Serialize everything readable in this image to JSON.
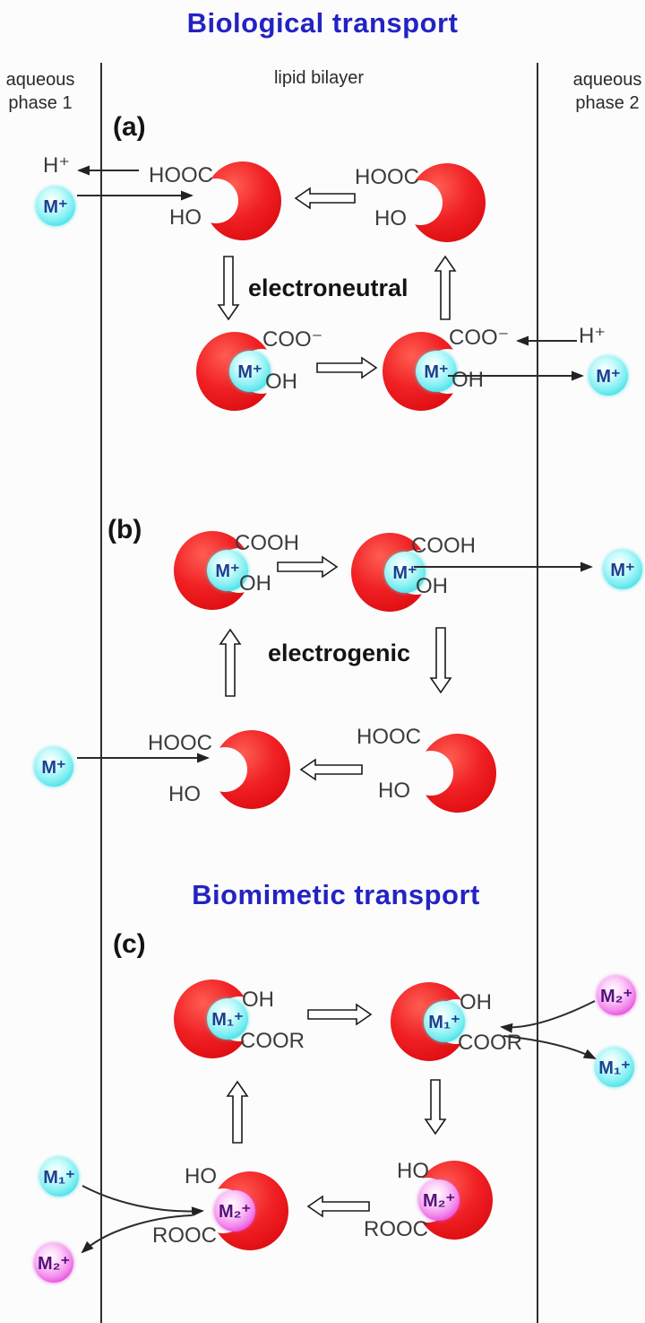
{
  "header": {
    "title": "Biological transport",
    "phase_left": [
      "aqueous",
      "phase 1"
    ],
    "membrane_label": "lipid bilayer",
    "phase_right": [
      "aqueous",
      "phase 2"
    ]
  },
  "section_a": {
    "label": "(a)",
    "process_label": "electroneutral",
    "proton_out": "H⁺",
    "ion_in": "M⁺",
    "carrier_left_empty": {
      "top_group": "HOOC",
      "bottom_group": "HO"
    },
    "carrier_right_empty": {
      "top_group": "HOOC",
      "bottom_group": "HO"
    },
    "complex_left": {
      "top_group": "COO⁻",
      "bottom_group": "OH",
      "ion": "M⁺"
    },
    "complex_right": {
      "top_group": "COO⁻",
      "bottom_group": "OH",
      "ion": "M⁺"
    },
    "proton_in": "H⁺",
    "ion_out": "M⁺"
  },
  "section_b": {
    "label": "(b)",
    "process_label": "electrogenic",
    "complex_left": {
      "top_group": "COOH",
      "bottom_group": "OH",
      "ion": "M⁺"
    },
    "complex_right": {
      "top_group": "COOH",
      "bottom_group": "OH",
      "ion": "M⁺"
    },
    "ion_out": "M⁺",
    "ion_in": "M⁺",
    "carrier_left_empty": {
      "top_group": "HOOC",
      "bottom_group": "HO"
    },
    "carrier_right_empty": {
      "top_group": "HOOC",
      "bottom_group": "HO"
    }
  },
  "biomimetic_title": "Biomimetic transport",
  "section_c": {
    "label": "(c)",
    "complex_top_left": {
      "top_group": "OH",
      "bottom_group": "COOR",
      "ion": "M₁⁺"
    },
    "complex_top_right": {
      "top_group": "OH",
      "bottom_group": "COOR",
      "ion": "M₁⁺"
    },
    "ion_m2_in": "M₂⁺",
    "ion_m1_out": "M₁⁺",
    "ion_m1_in": "M₁⁺",
    "ion_m2_out": "M₂⁺",
    "complex_bottom_left": {
      "top_group": "HO",
      "bottom_group": "ROOC",
      "ion": "M₂⁺"
    },
    "complex_bottom_right": {
      "top_group": "HO",
      "bottom_group": "ROOC",
      "ion": "M₂⁺"
    }
  },
  "colors": {
    "title_blue": "#2323c3",
    "carrier_red": "#ec1417",
    "ion_cyan": "#45dfe8",
    "ion_magenta": "#e238d8"
  }
}
